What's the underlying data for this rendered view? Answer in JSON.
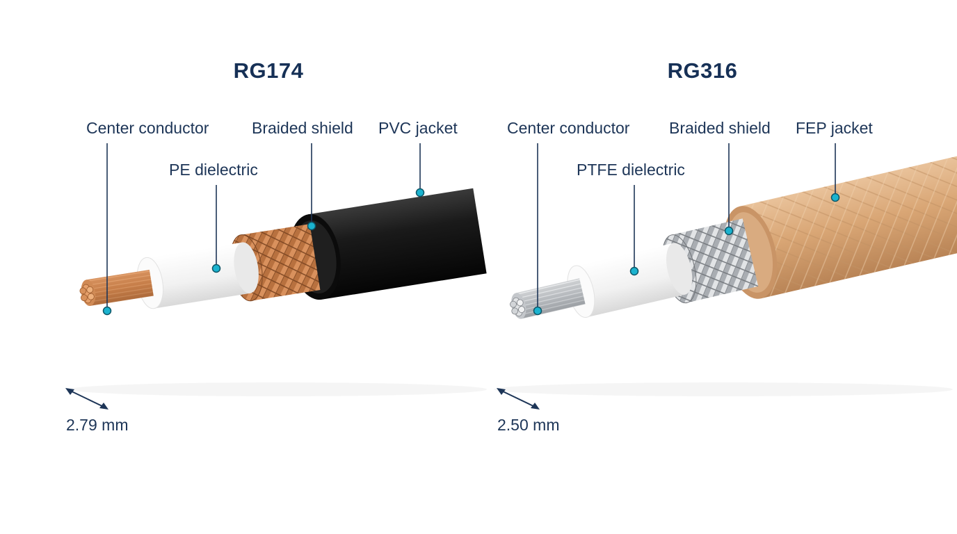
{
  "colors": {
    "text": "#1d3557",
    "title": "#163056",
    "marker": "#1bb3cf",
    "copper": "#c47a45",
    "silver": "#b9bcc0",
    "pvc_jacket": "#151515",
    "fep_jacket": "#d7a878",
    "dielectric": "#f4f4f4"
  },
  "cables": [
    {
      "title": "RG174",
      "labels": {
        "center_conductor": "Center conductor",
        "dielectric": "PE dielectric",
        "shield": "Braided shield",
        "jacket": "PVC jacket"
      },
      "dimension": "2.79 mm"
    },
    {
      "title": "RG316",
      "labels": {
        "center_conductor": "Center conductor",
        "dielectric": "PTFE dielectric",
        "shield": "Braided shield",
        "jacket": "FEP jacket"
      },
      "dimension": "2.50 mm"
    }
  ]
}
